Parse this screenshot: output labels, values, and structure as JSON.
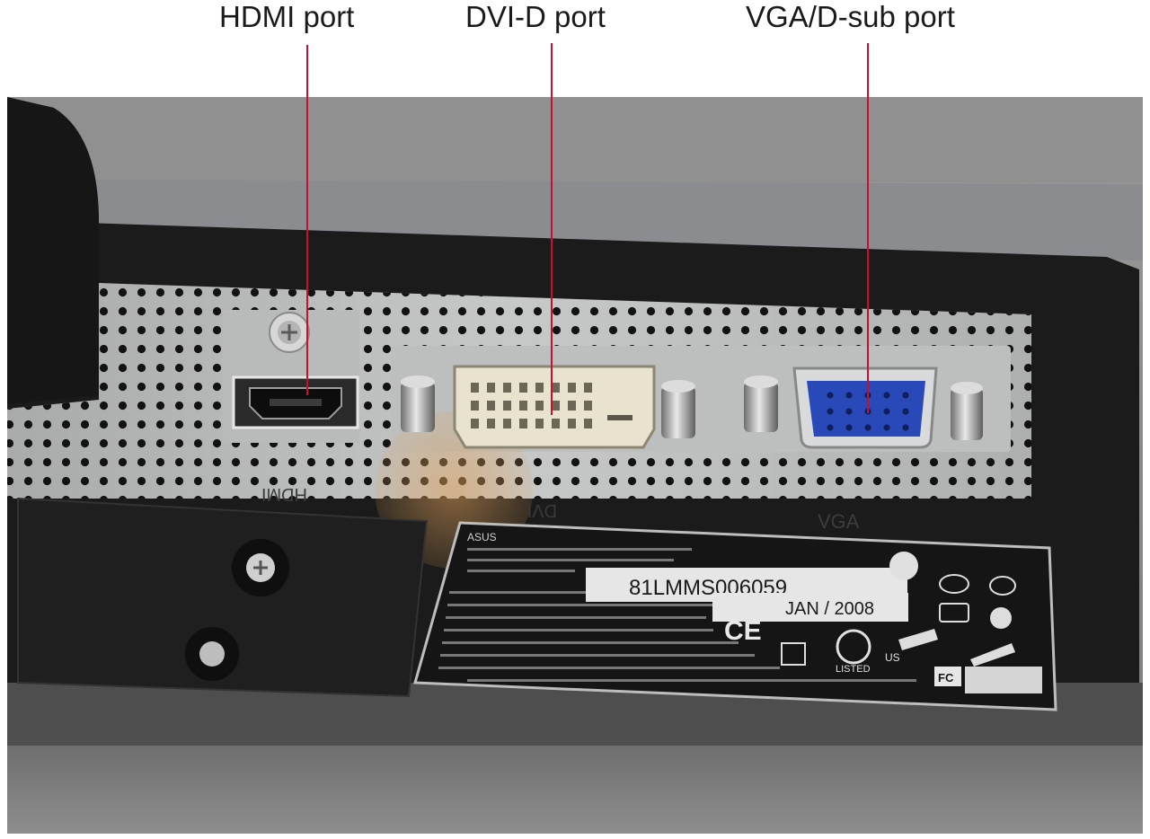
{
  "callouts": [
    {
      "id": "hdmi",
      "label": "HDMI port"
    },
    {
      "id": "dvi",
      "label": "DVI-D port"
    },
    {
      "id": "vga",
      "label": "VGA/D-sub port"
    }
  ],
  "panel_marks": {
    "hdmi": "HDMI",
    "dvi": "DVI",
    "vga": "VGA"
  },
  "sticker": {
    "brand": "ASUS",
    "serial": "81LMMS006059",
    "date": "JAN / 2008",
    "ce_mark": "CE",
    "ul_listed": "LISTED",
    "ul_country": "US",
    "fcc": "FC"
  },
  "colors": {
    "leader_line": "#c8102e",
    "vga_connector": "#2a49b8",
    "dvi_connector": "#e8e2cf",
    "bezel": "#1b1b1b",
    "panel_metal": "#bfc1c0",
    "sticker_bg": "#151515"
  }
}
